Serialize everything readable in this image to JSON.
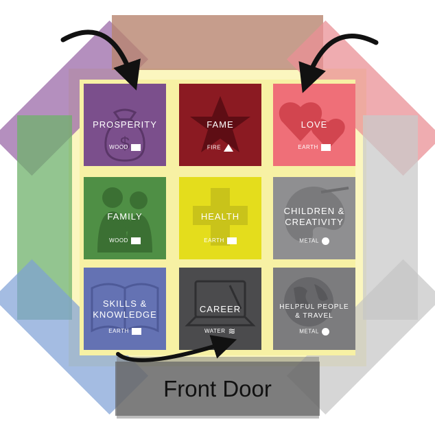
{
  "colors": {
    "prosperity": "#7b4f8c",
    "fame": "#8b1a22",
    "love": "#ef6f78",
    "family": "#4f8f45",
    "health": "#e4dd1c",
    "children": "#8f8f91",
    "skills": "#6472b3",
    "career": "#4b4b4d",
    "helpful": "#7c7c7e",
    "grid_line": "#f7f1a4"
  },
  "areas": [
    {
      "name": "PROSPERITY",
      "element": "WOOD",
      "symbol": "square",
      "color": "#7b4f8c",
      "icon": "money-bag-icon"
    },
    {
      "name": "FAME",
      "element": "FIRE",
      "symbol": "triangle",
      "color": "#8b1a22",
      "icon": "star-icon"
    },
    {
      "name": "LOVE",
      "element": "EARTH",
      "symbol": "square",
      "color": "#ef6f78",
      "icon": "hearts-icon"
    },
    {
      "name": "FAMILY",
      "element": "WOOD",
      "symbol": "square",
      "color": "#4f8f45",
      "icon": "family-icon"
    },
    {
      "name": "HEALTH",
      "element": "EARTH",
      "symbol": "square",
      "color": "#e4dd1c",
      "icon": "cross-icon"
    },
    {
      "name": "CHILDREN &\nCREATIVITY",
      "element": "METAL",
      "symbol": "circle",
      "color": "#8f8f91",
      "icon": "palette-icon"
    },
    {
      "name": "SKILLS &\nKNOWLEDGE",
      "element": "EARTH",
      "symbol": "square",
      "color": "#6472b3",
      "icon": "book-icon"
    },
    {
      "name": "CAREER",
      "element": "WATER",
      "symbol": "waves",
      "color": "#4b4b4d",
      "icon": "laptop-icon"
    },
    {
      "name": "HELPFUL PEOPLE\n& TRAVEL",
      "element": "METAL",
      "symbol": "circle",
      "color": "#7c7c7e",
      "icon": "globe-icon"
    }
  ],
  "front_door": "Front Door"
}
